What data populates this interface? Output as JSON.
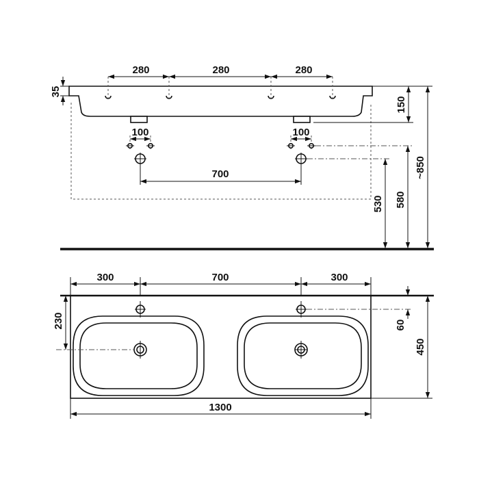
{
  "side_view": {
    "dims": {
      "spacing_left": "280",
      "spacing_mid": "280",
      "spacing_right": "280",
      "rim_thickness": "35",
      "bowl_depth": "150",
      "drain_left_width": "100",
      "drain_right_width": "100",
      "drain_spacing": "700",
      "floor_to_pipe": "530",
      "floor_to_valve": "580",
      "total_height": "~850"
    }
  },
  "top_view": {
    "dims": {
      "left_offset": "300",
      "center_spacing": "700",
      "right_offset": "300",
      "tap_to_drain": "230",
      "wall_to_tap": "60",
      "depth": "450",
      "total_width": "1300"
    }
  }
}
